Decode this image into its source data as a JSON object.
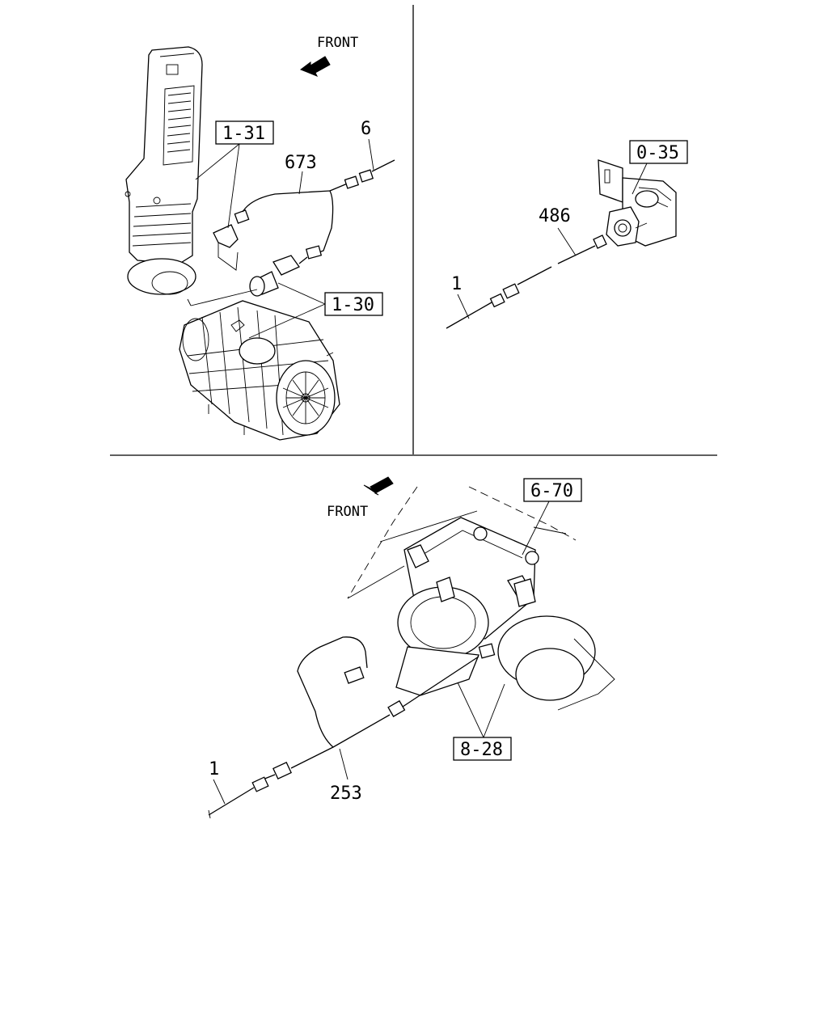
{
  "panels": {
    "top_left": {
      "front_label": "FRONT",
      "callouts": {
        "box_1_31": "1-31",
        "box_1_30": "1-30",
        "num_673": "673",
        "num_6": "6"
      }
    },
    "top_right": {
      "callouts": {
        "box_0_35": "0-35",
        "num_486": "486",
        "num_1": "1"
      }
    },
    "bottom": {
      "front_label": "FRONT",
      "callouts": {
        "box_6_70": "6-70",
        "box_8_28": "8-28",
        "num_253": "253",
        "num_1": "1"
      }
    }
  }
}
